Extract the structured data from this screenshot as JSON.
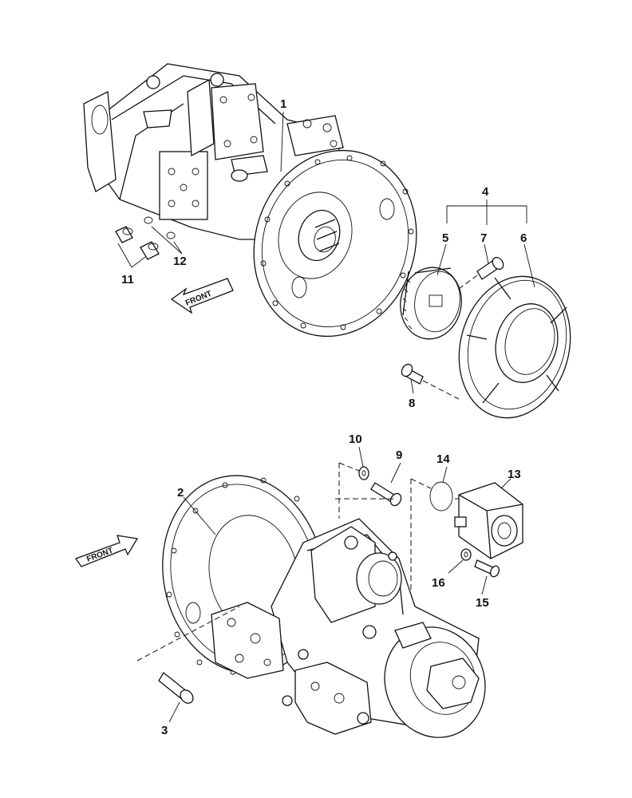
{
  "front_label": "FRONT",
  "callouts": {
    "c1": "1",
    "c2": "2",
    "c3": "3",
    "c4": "4",
    "c5": "5",
    "c6": "6",
    "c7": "7",
    "c8": "8",
    "c9": "9",
    "c10": "10",
    "c11": "11",
    "c12": "12",
    "c13": "13",
    "c14": "14",
    "c15": "15",
    "c16": "16"
  }
}
